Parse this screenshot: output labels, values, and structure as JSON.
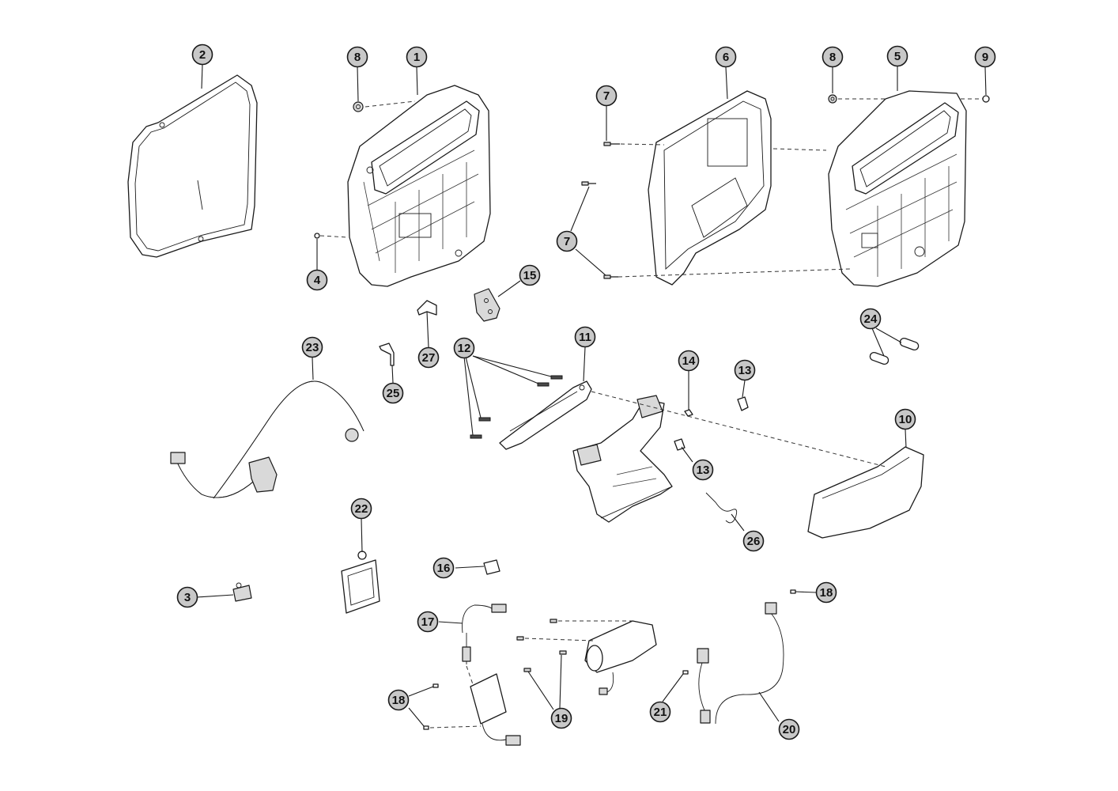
{
  "callouts": [
    {
      "label": "1"
    },
    {
      "label": "2"
    },
    {
      "label": "3"
    },
    {
      "label": "4"
    },
    {
      "label": "5"
    },
    {
      "label": "6"
    },
    {
      "label": "7"
    },
    {
      "label": "7"
    },
    {
      "label": "8"
    },
    {
      "label": "8"
    },
    {
      "label": "9"
    },
    {
      "label": "10"
    },
    {
      "label": "11"
    },
    {
      "label": "12"
    },
    {
      "label": "13"
    },
    {
      "label": "13"
    },
    {
      "label": "14"
    },
    {
      "label": "15"
    },
    {
      "label": "16"
    },
    {
      "label": "17"
    },
    {
      "label": "18"
    },
    {
      "label": "18"
    },
    {
      "label": "19"
    },
    {
      "label": "20"
    },
    {
      "label": "21"
    },
    {
      "label": "22"
    },
    {
      "label": "23"
    },
    {
      "label": "24"
    },
    {
      "label": "25"
    },
    {
      "label": "26"
    },
    {
      "label": "27"
    }
  ],
  "colors": {
    "callout_fill": "#c8c8c8",
    "line": "#1a1a1a",
    "background": "#ffffff"
  }
}
